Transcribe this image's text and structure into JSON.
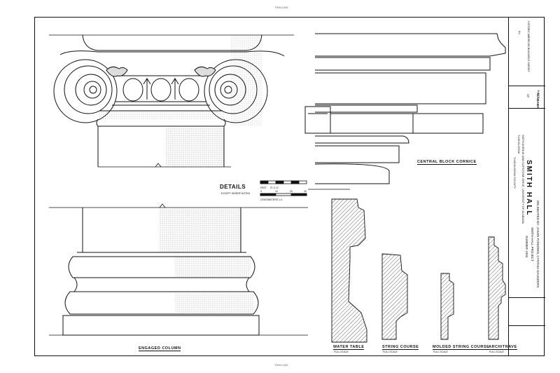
{
  "trim": {
    "top": "TRIM LINE",
    "bottom": "TRIM LINE"
  },
  "details": {
    "title": "DETAILS",
    "subtitle": "EXCEPT WHERE NOTED",
    "feet_label": "FEET",
    "feet_scale": "3\"=1'-0\"",
    "cm_label": "CENTIMETERS 1:4",
    "scale_ticks": [
      "0",
      "10",
      "20",
      "30"
    ]
  },
  "captions": {
    "central_block_cornice": "CENTRAL BLOCK CORNICE",
    "engaged_column": "ENGAGED COLUMN",
    "water_table": "WATER TABLE",
    "string_course": "STRING COURSE",
    "molded_string_course": "MOLDED STRING COURSE",
    "architrave": "ARCHITRAVE",
    "full_scale": "FULL SCALE"
  },
  "title_block": {
    "building": "SMITH HALL",
    "address_line": "SIXTH AVENUE AND CAPSTONE DRIVE, UNIVERSITY OF ALABAMA",
    "city_line": "TUSCALOOSA",
    "county": "TUSCALOOSA COUNTY",
    "state": "ALABAMA",
    "credits": "DELINEATED BY: JASON FONDREN, CYNTHIA SAUNDERS",
    "project": "SMITH HALL PROJECT",
    "year": "SUMMER 1994",
    "survey": "HISTORIC AMERICAN BUILDINGS SURVEY",
    "survey_no": "AL-",
    "sheet_label": "SHEET",
    "sheet_no": "OF"
  }
}
